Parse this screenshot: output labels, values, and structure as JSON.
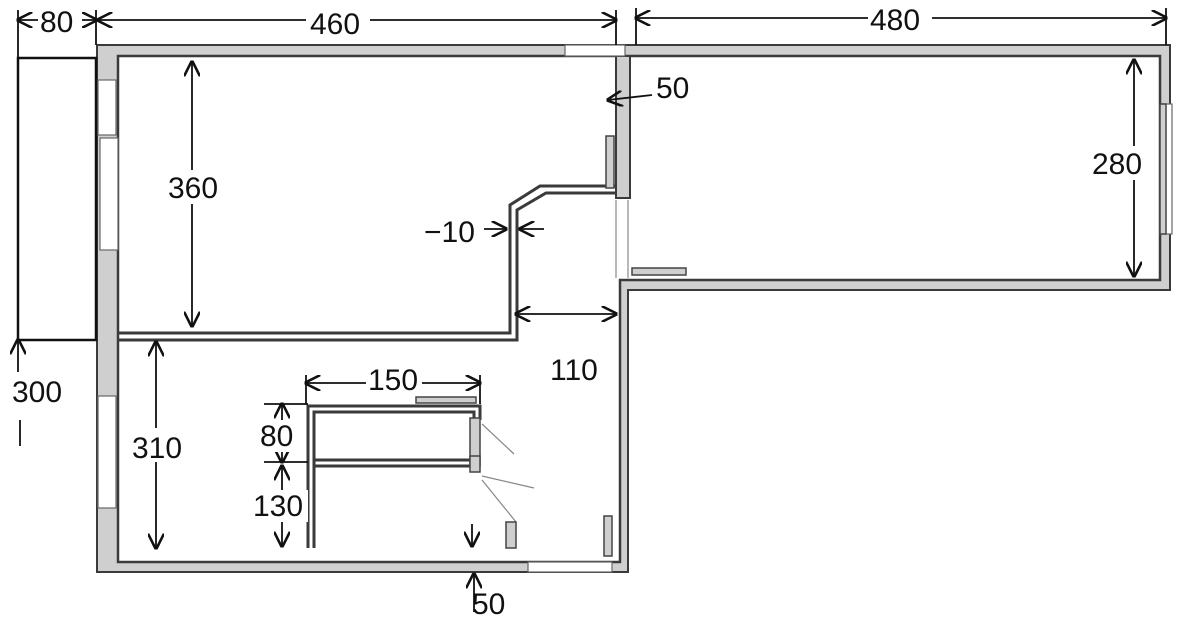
{
  "dimensions": {
    "balcony_depth": "80",
    "room1_width": "460",
    "room2_width": "480",
    "wall_partition": "50",
    "room2_depth": "280",
    "room1_depth": "360",
    "niche_offset": "−10",
    "corridor_width": "110",
    "balcony_length": "300",
    "kitchen_depth": "310",
    "bath_width": "150",
    "wc_depth": "80",
    "bath_depth": "130",
    "bottom_wall": "50"
  }
}
